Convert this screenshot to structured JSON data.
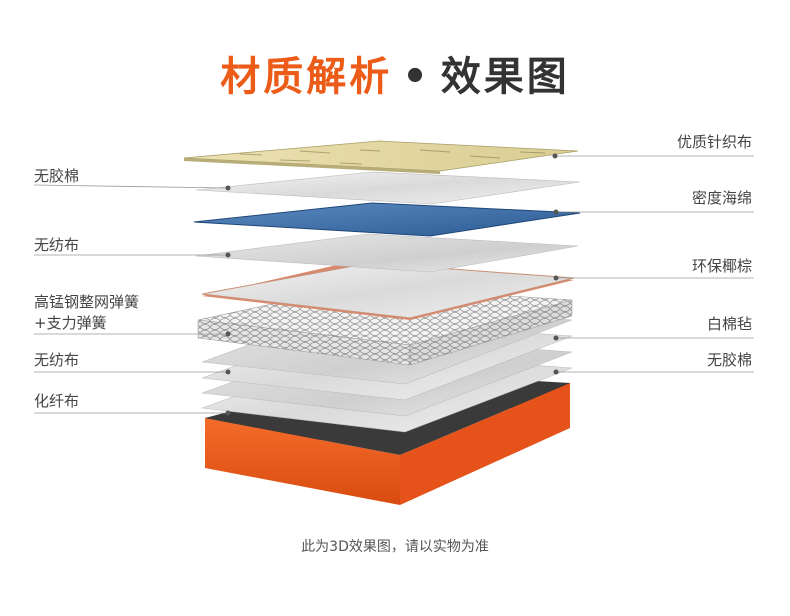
{
  "title": {
    "part1": "材质解析",
    "separator": "•",
    "part2": "效果图"
  },
  "left_labels": [
    "无胶棉",
    "无纺布",
    "高锰钢整网弹簧",
    "+支力弹簧",
    "无纺布",
    "化纤布"
  ],
  "right_labels": [
    "优质针织布",
    "密度海绵",
    "环保椰棕",
    "白棉毡",
    "无胶棉"
  ],
  "caption": "此为3D效果图，请以实物为准",
  "colors": {
    "accent": "#ec5b17",
    "fabric": "#e3d7a1",
    "foam": "#3f72a8",
    "coir": "#d98a6d",
    "base": "#ef5d1c"
  }
}
